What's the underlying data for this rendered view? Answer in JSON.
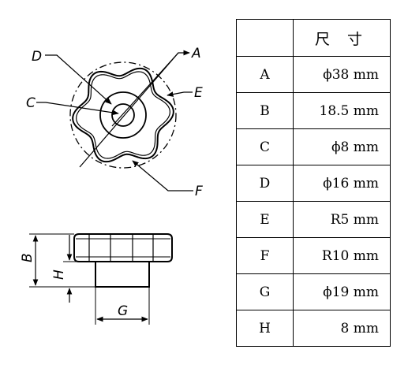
{
  "drawing": {
    "labels": {
      "A": "A",
      "B": "B",
      "C": "C",
      "D": "D",
      "E": "E",
      "F": "F",
      "G": "G",
      "H": "H"
    }
  },
  "table": {
    "header": [
      "",
      "尺 寸"
    ],
    "rows": [
      {
        "key": "A",
        "value": "ϕ38 mm"
      },
      {
        "key": "B",
        "value": "18.5 mm"
      },
      {
        "key": "C",
        "value": "ϕ8 mm"
      },
      {
        "key": "D",
        "value": "ϕ16 mm"
      },
      {
        "key": "E",
        "value": "R5 mm"
      },
      {
        "key": "F",
        "value": "R10 mm"
      },
      {
        "key": "G",
        "value": "ϕ19 mm"
      },
      {
        "key": "H",
        "value": "8 mm"
      }
    ]
  }
}
